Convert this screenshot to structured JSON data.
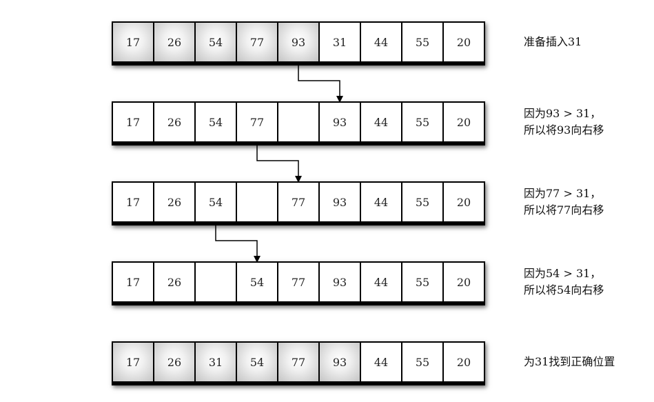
{
  "rows": [
    {
      "cells": [
        "17",
        "26",
        "54",
        "77",
        "93",
        "31",
        "44",
        "55",
        "20"
      ],
      "shaded": [
        0,
        1,
        2,
        3,
        4
      ],
      "caption": "准备插入31"
    },
    {
      "cells": [
        "17",
        "26",
        "54",
        "77",
        "",
        "93",
        "44",
        "55",
        "20"
      ],
      "shaded": [],
      "caption": "因为93 > 31，\n所以将93向右移"
    },
    {
      "cells": [
        "17",
        "26",
        "54",
        "",
        "77",
        "93",
        "44",
        "55",
        "20"
      ],
      "shaded": [],
      "caption": "因为77 > 31，\n所以将77向右移"
    },
    {
      "cells": [
        "17",
        "26",
        "",
        "54",
        "77",
        "93",
        "44",
        "55",
        "20"
      ],
      "shaded": [],
      "caption": "因为54 > 31，\n所以将54向右移"
    },
    {
      "cells": [
        "17",
        "26",
        "31",
        "54",
        "77",
        "93",
        "44",
        "55",
        "20"
      ],
      "shaded": [
        0,
        1,
        2,
        3,
        4,
        5
      ],
      "caption": "为31找到正确位置"
    }
  ],
  "moves": [
    {
      "after_row": 0,
      "from_index": 4,
      "to_index": 5
    },
    {
      "after_row": 1,
      "from_index": 3,
      "to_index": 4
    },
    {
      "after_row": 2,
      "from_index": 2,
      "to_index": 3
    }
  ]
}
